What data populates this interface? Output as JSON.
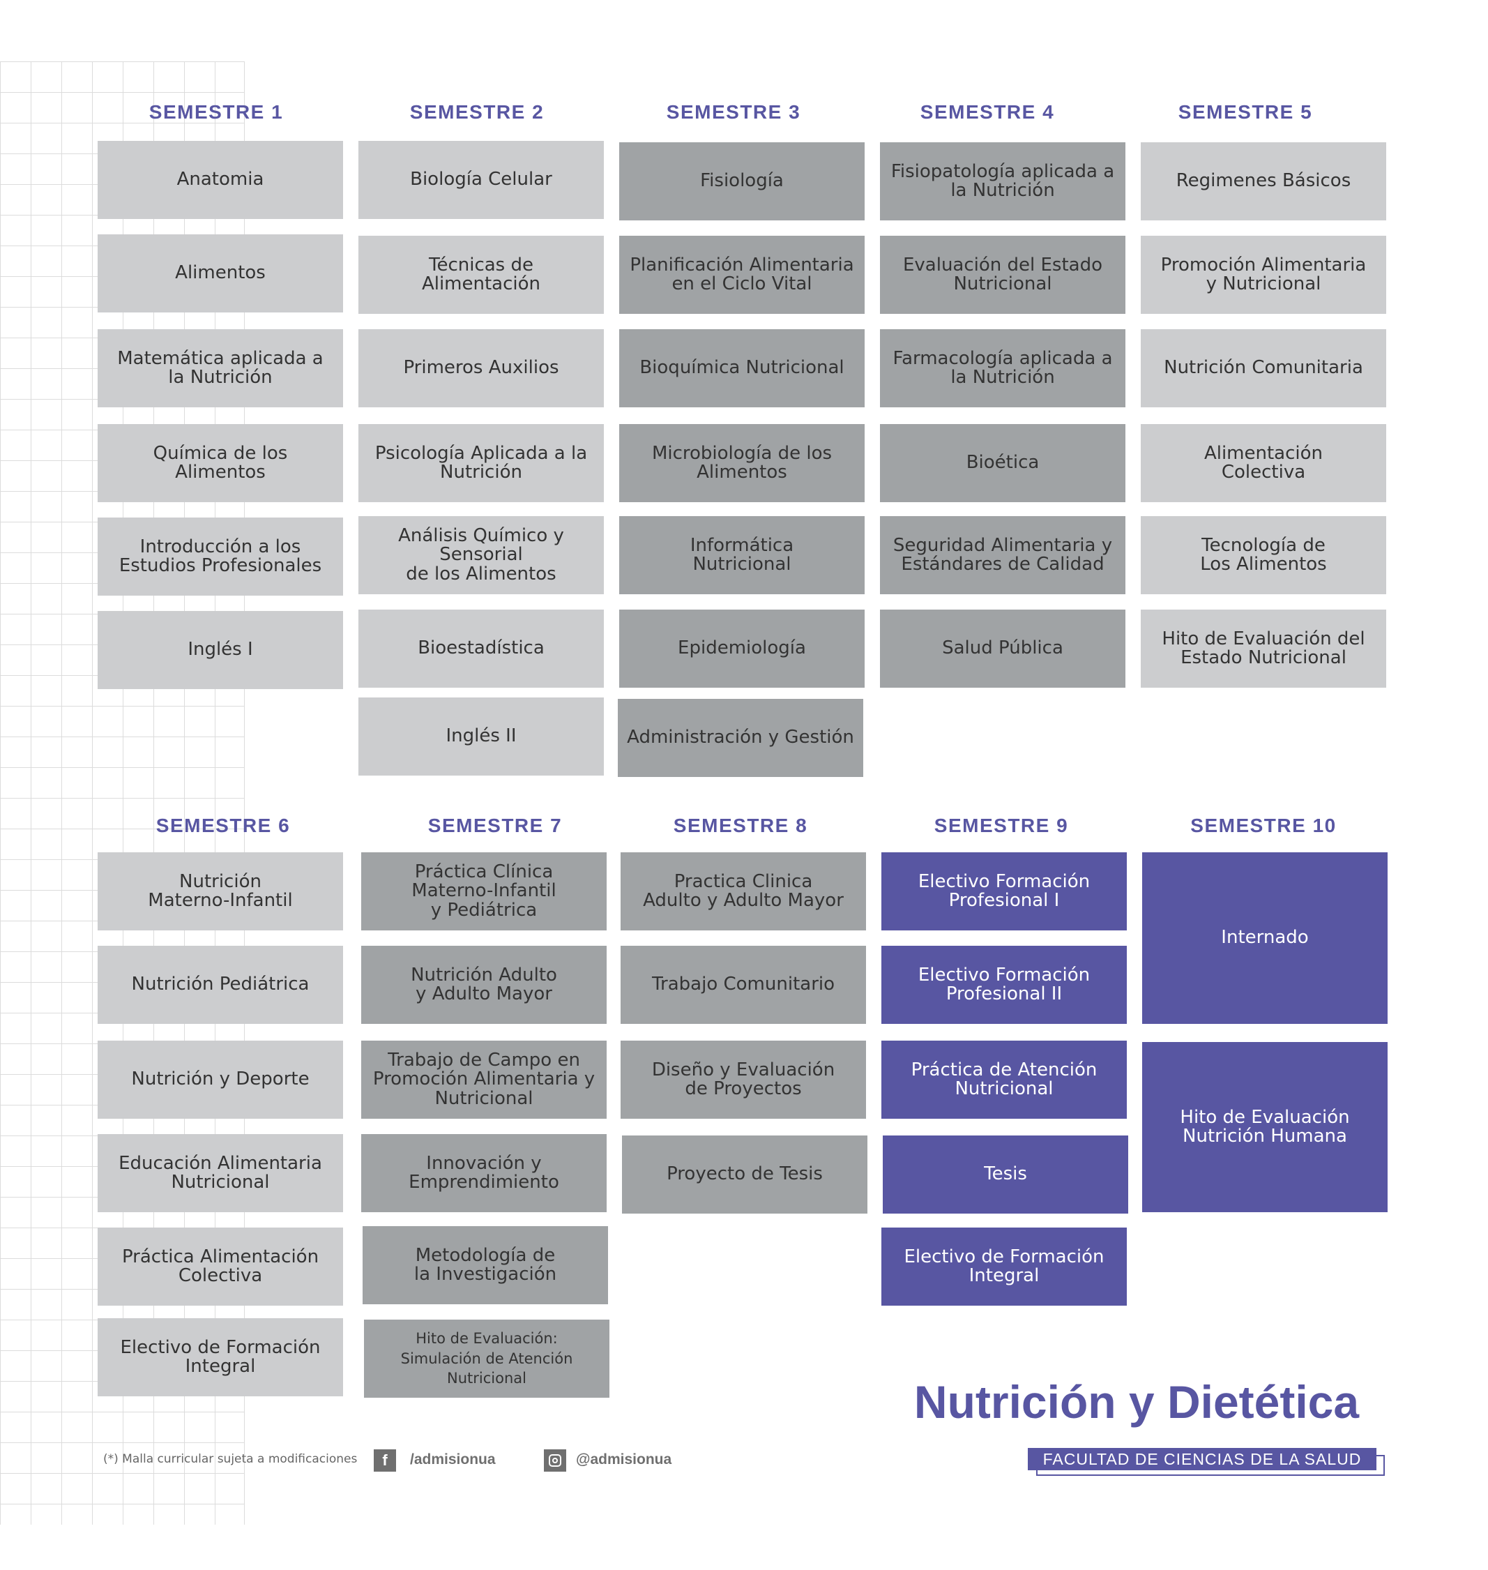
{
  "semesters": [
    {
      "title": "SEMESTRE 1",
      "courses": [
        "Anatomia",
        "Alimentos",
        "Matemática aplicada a\nla Nutrición",
        "Química de los\nAlimentos",
        "Introducción a los\nEstudios Profesionales",
        "Inglés I"
      ]
    },
    {
      "title": "SEMESTRE 2",
      "courses": [
        "Biología Celular",
        "Técnicas de Alimentación",
        "Primeros Auxilios",
        "Psicología Aplicada a la\nNutrición",
        "Análisis Químico y Sensorial\nde los Alimentos",
        "Bioestadística",
        "Inglés II"
      ]
    },
    {
      "title": "SEMESTRE 3",
      "courses": [
        "Fisiología",
        "Planificación Alimentaria\nen el Ciclo Vital",
        "Bioquímica Nutricional",
        "Microbiología de los\nAlimentos",
        "Informática\nNutricional",
        "Epidemiología",
        "Administración y Gestión"
      ]
    },
    {
      "title": "SEMESTRE 4",
      "courses": [
        "Fisiopatología aplicada a\nla Nutrición",
        "Evaluación del Estado\nNutricional",
        "Farmacología aplicada a\nla Nutrición",
        "Bioética",
        "Seguridad Alimentaria y\nEstándares de Calidad",
        "Salud Pública"
      ]
    },
    {
      "title": "SEMESTRE 5",
      "courses": [
        "Regimenes Básicos",
        "Promoción Alimentaria\ny Nutricional",
        "Nutrición Comunitaria",
        "Alimentación\nColectiva",
        "Tecnología de\nLos Alimentos",
        "Hito de Evaluación del\nEstado Nutricional"
      ]
    },
    {
      "title": "SEMESTRE 6",
      "courses": [
        "Nutrición\nMaterno-Infantil",
        "Nutrición Pediátrica",
        "Nutrición y Deporte",
        "Educación Alimentaria\nNutricional",
        "Práctica Alimentación\nColectiva",
        "Electivo de Formación\nIntegral"
      ]
    },
    {
      "title": "SEMESTRE 7",
      "courses": [
        "Práctica Clínica\nMaterno-Infantil\ny Pediátrica",
        "Nutrición Adulto\ny Adulto Mayor",
        "Trabajo de Campo en\nPromoción Alimentaria y\nNutricional",
        "Innovación y\nEmprendimiento",
        "Metodología de\nla Investigación",
        "Hito de Evaluación:\nSimulación de Atención\nNutricional"
      ]
    },
    {
      "title": "SEMESTRE 8",
      "courses": [
        "Practica Clinica\nAdulto y Adulto Mayor",
        "Trabajo Comunitario",
        "Diseño y Evaluación\nde Proyectos",
        "Proyecto de Tesis"
      ]
    },
    {
      "title": "SEMESTRE 9",
      "courses": [
        "Electivo Formación\nProfesional I",
        "Electivo Formación\nProfesional II",
        "Práctica de Atención\nNutricional",
        "Tesis",
        "Electivo de Formación\nIntegral"
      ]
    },
    {
      "title": "SEMESTRE 10",
      "courses": [
        "Internado",
        "Hito de Evaluación\nNutrición Humana"
      ]
    }
  ],
  "colors": {
    "light": "#cccdcf",
    "dark": "#a0a3a5",
    "purple": "#5856a2"
  },
  "program_title": "Nutrición y Dietética",
  "faculty": "FACULTAD DE CIENCIAS DE LA SALUD",
  "footnote": "(*) Malla curricular sujeta a modificaciones",
  "social": {
    "facebook": {
      "icon": "facebook-icon",
      "glyph": "f",
      "handle": "/admisionua"
    },
    "instagram": {
      "icon": "instagram-icon",
      "handle": "@admisionua"
    }
  }
}
